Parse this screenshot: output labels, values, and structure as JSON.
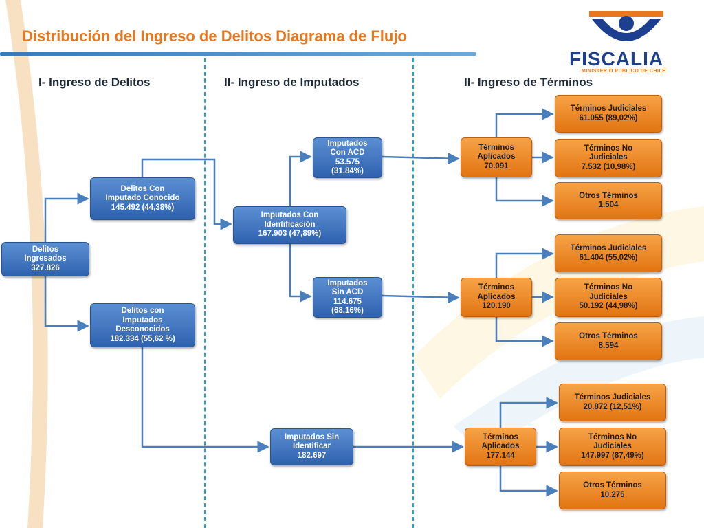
{
  "title": "Distribución del Ingreso de Delitos Diagrama de Flujo",
  "logo": {
    "name": "FISCALIA",
    "subtitle": "MINISTERIO PUBLICO DE CHILE"
  },
  "columns": {
    "col1": "I- Ingreso de Delitos",
    "col2": "II- Ingreso de Imputados",
    "col3": "II- Ingreso de Términos"
  },
  "nodes": {
    "delitos_ingresados": [
      "Delitos",
      "Ingresados",
      "327.826"
    ],
    "conocido": [
      "Delitos Con",
      "Imputado Conocido",
      "145.492 (44,38%)"
    ],
    "desconocidos": [
      "Delitos con",
      "Imputados",
      "Desconocidos",
      "182.334 (55,62 %)"
    ],
    "con_identificacion": [
      "Imputados Con",
      "Identificación",
      "167.903 (47,89%)"
    ],
    "con_acd": [
      "Imputados",
      "Con ACD",
      "53.575",
      "(31,84%)"
    ],
    "sin_acd": [
      "Imputados",
      "Sin ACD",
      "114.675",
      "(68,16%)"
    ],
    "sin_identificar": [
      "Imputados Sin",
      "Identificar",
      "182.697"
    ],
    "aplicados_1": [
      "Términos",
      "Aplicados",
      "70.091"
    ],
    "aplicados_2": [
      "Términos",
      "Aplicados",
      "120.190"
    ],
    "aplicados_3": [
      "Términos",
      "Aplicados",
      "177.144"
    ],
    "judiciales_1": [
      "Términos Judiciales",
      "61.055 (89,02%)"
    ],
    "no_judiciales_1": [
      "Términos No",
      "Judiciales",
      "7.532 (10,98%)"
    ],
    "otros_1": [
      "Otros Términos",
      "1.504"
    ],
    "judiciales_2": [
      "Términos Judiciales",
      "61.404 (55,02%)"
    ],
    "no_judiciales_2": [
      "Términos No",
      "Judiciales",
      "50.192 (44,98%)"
    ],
    "otros_2": [
      "Otros Términos",
      "8.594"
    ],
    "judiciales_3": [
      "Términos Judiciales",
      "20.872 (12,51%)"
    ],
    "no_judiciales_3": [
      "Términos No",
      "Judiciales",
      "147.997 (87,49%)"
    ],
    "otros_3": [
      "Otros Términos",
      "10.275"
    ]
  },
  "colors": {
    "title": "#e8771e",
    "blue_node": "#3a6fbf",
    "orange_node": "#ef8a2a",
    "connector": "#4a7fbd",
    "divider": "#2a9fc9"
  }
}
